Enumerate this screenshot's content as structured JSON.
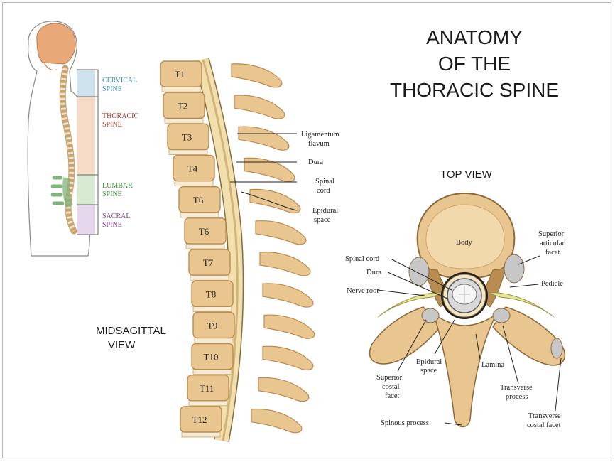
{
  "title": {
    "line1": "ANATOMY",
    "line2": "OF THE",
    "line3": "THORACIC SPINE"
  },
  "views": {
    "midsagittal_line1": "MIDSAGITTAL",
    "midsagittal_line2": "VIEW",
    "top": "TOP VIEW"
  },
  "regions": [
    {
      "line1": "CERVICAL",
      "line2": "SPINE",
      "color": "#3f8fb5"
    },
    {
      "line1": "THORACIC",
      "line2": "SPINE",
      "color": "#b0392e"
    },
    {
      "line1": "LUMBAR",
      "line2": "SPINE",
      "color": "#3c8a3c"
    },
    {
      "line1": "SACRAL",
      "line2": "SPINE",
      "color": "#7a3f8a"
    }
  ],
  "vertebrae": [
    "T1",
    "T2",
    "T3",
    "T4",
    "T6",
    "T6",
    "T7",
    "T8",
    "T9",
    "T10",
    "T11",
    "T12"
  ],
  "sagittal_labels": {
    "ligamentum_line1": "Ligamentum",
    "ligamentum_line2": "flavum",
    "dura": "Dura",
    "spinal_line1": "Spinal",
    "spinal_line2": "cord",
    "epidural_line1": "Epidural",
    "epidural_line2": "space"
  },
  "top_labels": {
    "body": "Body",
    "spinal_cord": "Spinal cord",
    "dura": "Dura",
    "nerve_root": "Nerve root",
    "sup_art_line1": "Superior",
    "sup_art_line2": "articular",
    "sup_art_line3": "facet",
    "pedicle": "Pedicle",
    "epidural_line1": "Epidural",
    "epidural_line2": "space",
    "lamina": "Lamina",
    "sup_costal_line1": "Superior",
    "sup_costal_line2": "costal",
    "sup_costal_line3": "facet",
    "transverse_line1": "Transverse",
    "transverse_line2": "process",
    "trans_costal_line1": "Transverse",
    "trans_costal_line2": "costal facet",
    "spinous": "Spinous process"
  },
  "colors": {
    "bone": "#e9c58f",
    "bone_dark": "#b98d52",
    "disc": "#f3e6c8",
    "cord": "#f1dfae",
    "cord_edge": "#8a6a3a",
    "skin": "#f0c9a4",
    "skull": "#e8a877"
  }
}
